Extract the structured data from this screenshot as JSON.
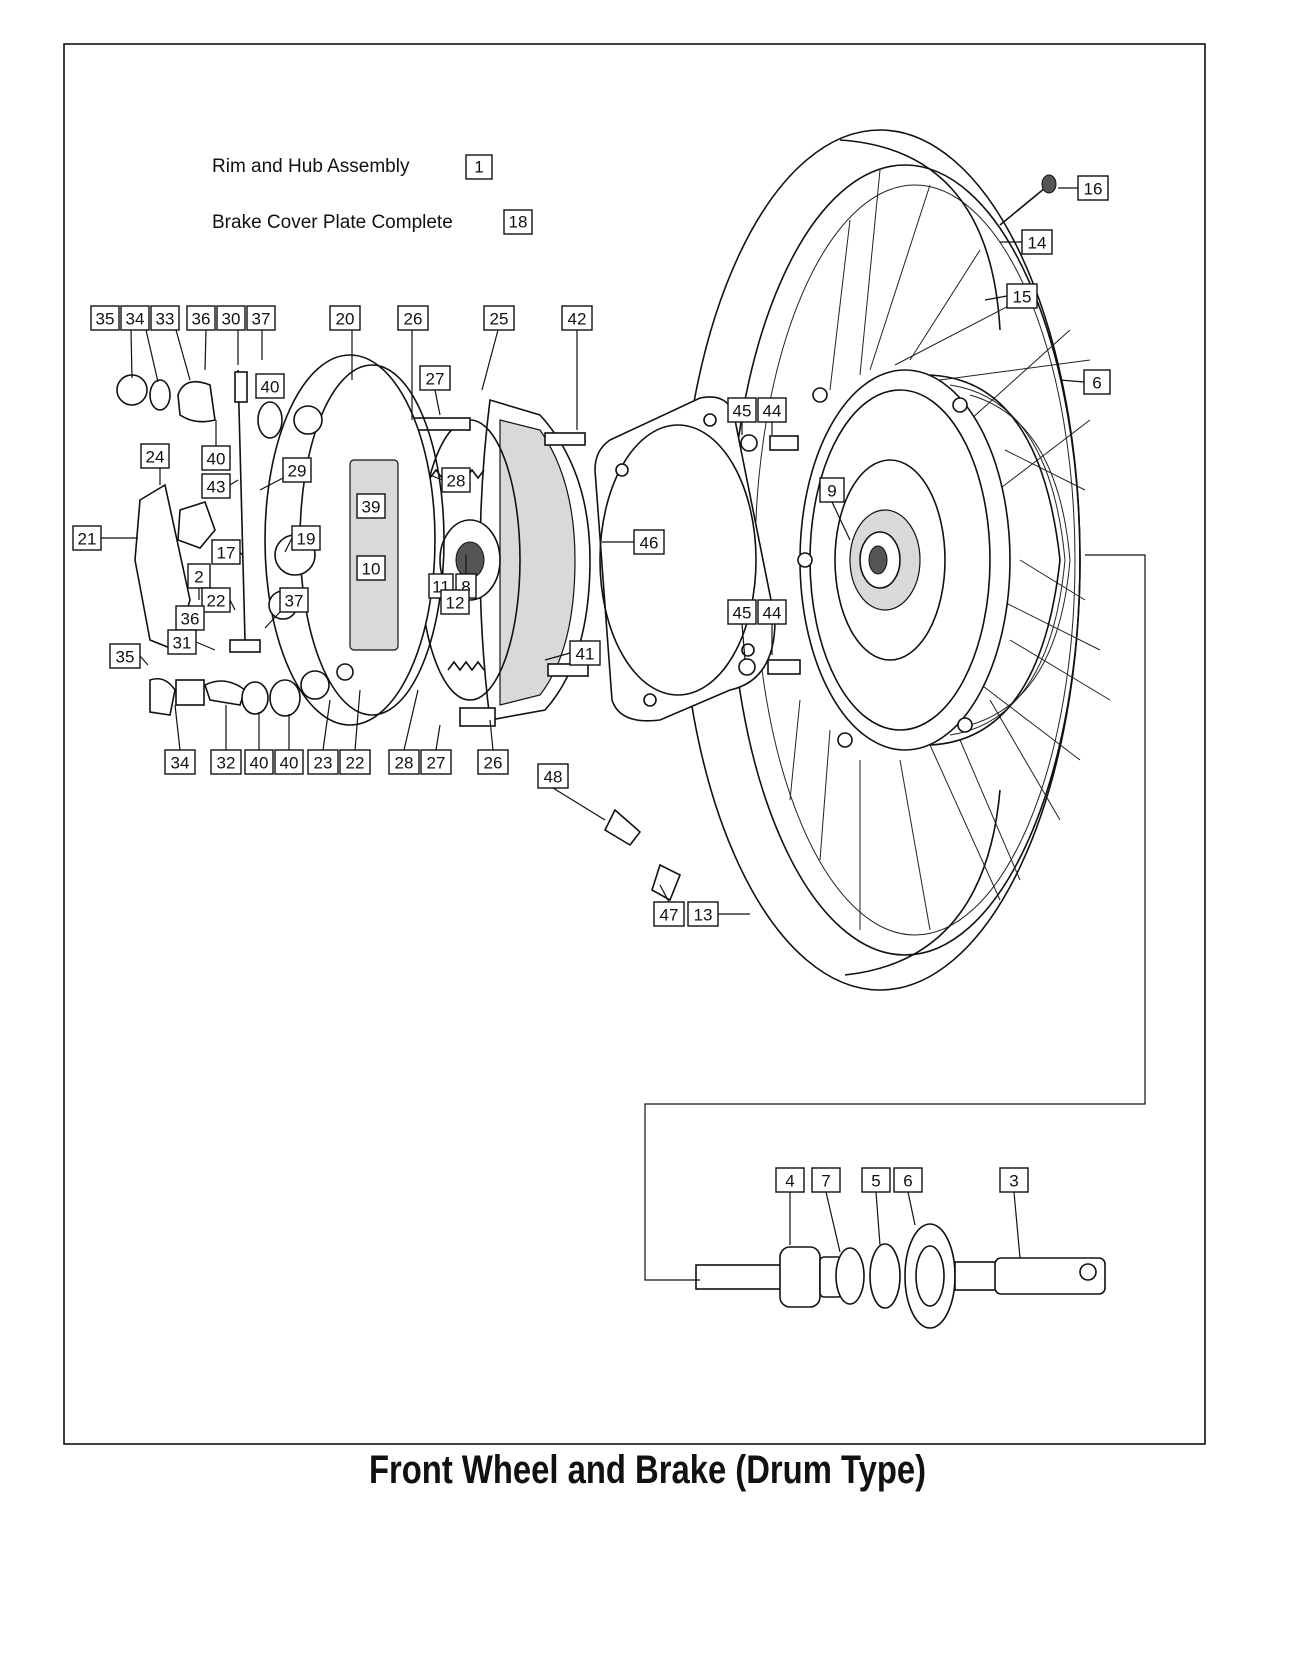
{
  "notes": [
    {
      "text": "Rim and Hub Assembly",
      "ref": "1"
    },
    {
      "text": "Brake Cover Plate Complete",
      "ref": "18"
    }
  ],
  "caption": "Front Wheel and Brake (Drum Type)",
  "labels": [
    {
      "id": "l35a",
      "t": "35"
    },
    {
      "id": "l34a",
      "t": "34"
    },
    {
      "id": "l33",
      "t": "33"
    },
    {
      "id": "l36a",
      "t": "36"
    },
    {
      "id": "l30",
      "t": "30"
    },
    {
      "id": "l37a",
      "t": "37"
    },
    {
      "id": "l20",
      "t": "20"
    },
    {
      "id": "l26a",
      "t": "26"
    },
    {
      "id": "l25",
      "t": "25"
    },
    {
      "id": "l42",
      "t": "42"
    },
    {
      "id": "l27a",
      "t": "27"
    },
    {
      "id": "l40a",
      "t": "40"
    },
    {
      "id": "l40b",
      "t": "40"
    },
    {
      "id": "l24",
      "t": "24"
    },
    {
      "id": "l43",
      "t": "43"
    },
    {
      "id": "l29",
      "t": "29"
    },
    {
      "id": "l28a",
      "t": "28"
    },
    {
      "id": "l39",
      "t": "39"
    },
    {
      "id": "l21",
      "t": "21"
    },
    {
      "id": "l17",
      "t": "17"
    },
    {
      "id": "l19",
      "t": "19"
    },
    {
      "id": "l10",
      "t": "10"
    },
    {
      "id": "l11",
      "t": "11"
    },
    {
      "id": "l8",
      "t": "8"
    },
    {
      "id": "l2",
      "t": "2"
    },
    {
      "id": "l22a",
      "t": "22"
    },
    {
      "id": "l12",
      "t": "12"
    },
    {
      "id": "l36b",
      "t": "36"
    },
    {
      "id": "l37b",
      "t": "37"
    },
    {
      "id": "l31",
      "t": "31"
    },
    {
      "id": "l35b",
      "t": "35"
    },
    {
      "id": "l41",
      "t": "41"
    },
    {
      "id": "l34b",
      "t": "34"
    },
    {
      "id": "l32",
      "t": "32"
    },
    {
      "id": "l40c",
      "t": "40"
    },
    {
      "id": "l40d",
      "t": "40"
    },
    {
      "id": "l23",
      "t": "23"
    },
    {
      "id": "l22b",
      "t": "22"
    },
    {
      "id": "l28b",
      "t": "28"
    },
    {
      "id": "l27b",
      "t": "27"
    },
    {
      "id": "l26b",
      "t": "26"
    },
    {
      "id": "l46",
      "t": "46"
    },
    {
      "id": "l45a",
      "t": "45"
    },
    {
      "id": "l44a",
      "t": "44"
    },
    {
      "id": "l9",
      "t": "9"
    },
    {
      "id": "l45b",
      "t": "45"
    },
    {
      "id": "l44b",
      "t": "44"
    },
    {
      "id": "l16",
      "t": "16"
    },
    {
      "id": "l14",
      "t": "14"
    },
    {
      "id": "l15",
      "t": "15"
    },
    {
      "id": "l6a",
      "t": "6"
    },
    {
      "id": "l48",
      "t": "48"
    },
    {
      "id": "l47",
      "t": "47"
    },
    {
      "id": "l13",
      "t": "13"
    },
    {
      "id": "l4",
      "t": "4"
    },
    {
      "id": "l7",
      "t": "7"
    },
    {
      "id": "l5",
      "t": "5"
    },
    {
      "id": "l6b",
      "t": "6"
    },
    {
      "id": "l3",
      "t": "3"
    }
  ]
}
